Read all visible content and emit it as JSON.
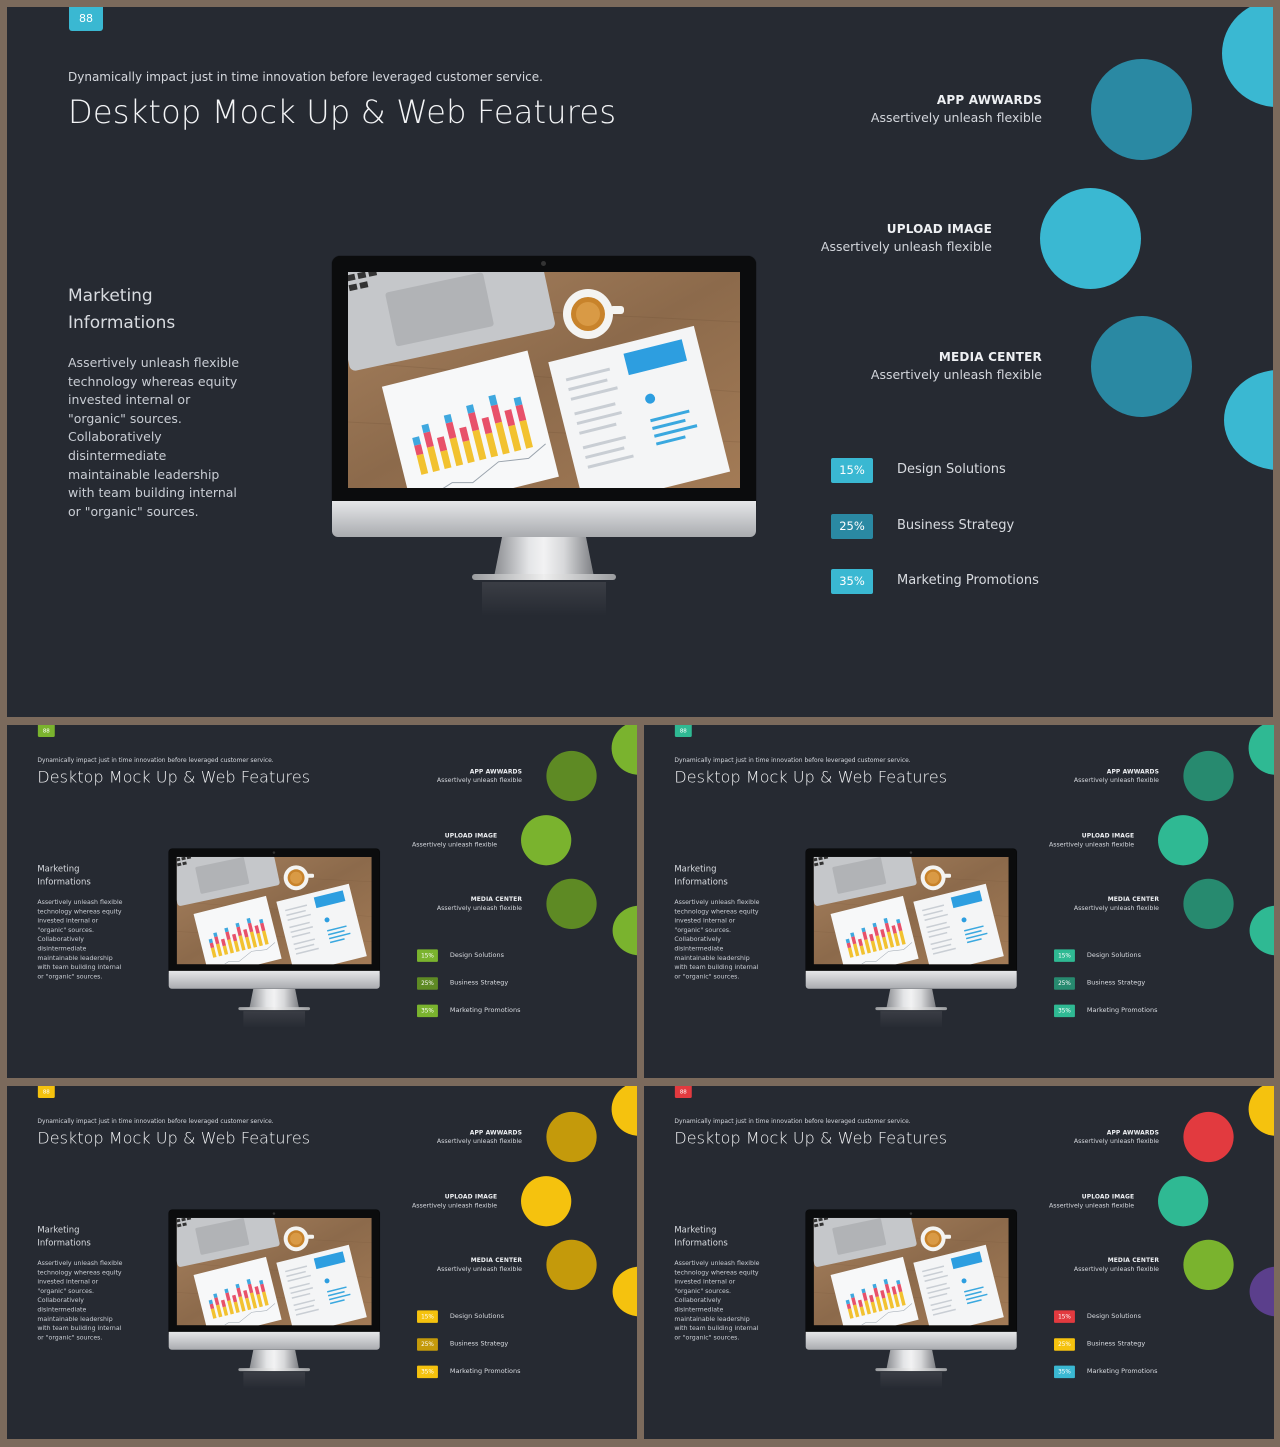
{
  "slides": [
    {
      "page_badge": "88",
      "colors": {
        "badge": "#3ab8d2",
        "c1": "#2a89a3",
        "c2": "#3ab8d2",
        "c3": "#2a89a3",
        "c4": "#3ab8d2",
        "c5": "#3ab8d2",
        "p1": "#3ab8d2",
        "p2": "#2a89a3",
        "p3": "#3ab8d2"
      }
    },
    {
      "page_badge": "88",
      "colors": {
        "badge": "#7ab32e",
        "c1": "#5e8a24",
        "c2": "#7ab32e",
        "c3": "#5e8a24",
        "c4": "#7ab32e",
        "c5": "#7ab32e",
        "p1": "#7ab32e",
        "p2": "#5e8a24",
        "p3": "#7ab32e"
      }
    },
    {
      "page_badge": "88",
      "colors": {
        "badge": "#2fb993",
        "c1": "#278a6f",
        "c2": "#2fb993",
        "c3": "#278a6f",
        "c4": "#2fb993",
        "c5": "#2fb993",
        "p1": "#2fb993",
        "p2": "#278a6f",
        "p3": "#2fb993"
      }
    },
    {
      "page_badge": "88",
      "colors": {
        "badge": "#f5c20e",
        "c1": "#c49a0b",
        "c2": "#f5c20e",
        "c3": "#c49a0b",
        "c4": "#f5c20e",
        "c5": "#f5c20e",
        "p1": "#f5c20e",
        "p2": "#c49a0b",
        "p3": "#f5c20e"
      }
    },
    {
      "page_badge": "88",
      "colors": {
        "badge": "#e23a3f",
        "c1": "#e23a3f",
        "c2": "#2fb993",
        "c3": "#7ab32e",
        "c4": "#f5c20e",
        "c5": "#5b3f8c",
        "p1": "#e23a3f",
        "p2": "#f5c20e",
        "p3": "#3ab8d2"
      }
    }
  ],
  "content": {
    "subtitle": "Dynamically impact just in time innovation  before leveraged customer service.",
    "title": "Desktop Mock Up & Web Features",
    "side_heading": "Marketing\nInformations",
    "side_body": "Assertively unleash flexible technology whereas equity invested internal or \"organic\" sources. Collaboratively disintermediate maintainable leadership with team building internal or \"organic\" sources.",
    "features": [
      {
        "title": "APP AWWARDS",
        "subtitle": "Assertively unleash flexible"
      },
      {
        "title": "UPLOAD IMAGE",
        "subtitle": "Assertively unleash flexible"
      },
      {
        "title": "MEDIA CENTER",
        "subtitle": "Assertively unleash flexible"
      }
    ],
    "stats": [
      {
        "percent": "15%",
        "label": "Design Solutions"
      },
      {
        "percent": "25%",
        "label": "Business Strategy"
      },
      {
        "percent": "35%",
        "label": "Marketing Promotions"
      }
    ]
  }
}
